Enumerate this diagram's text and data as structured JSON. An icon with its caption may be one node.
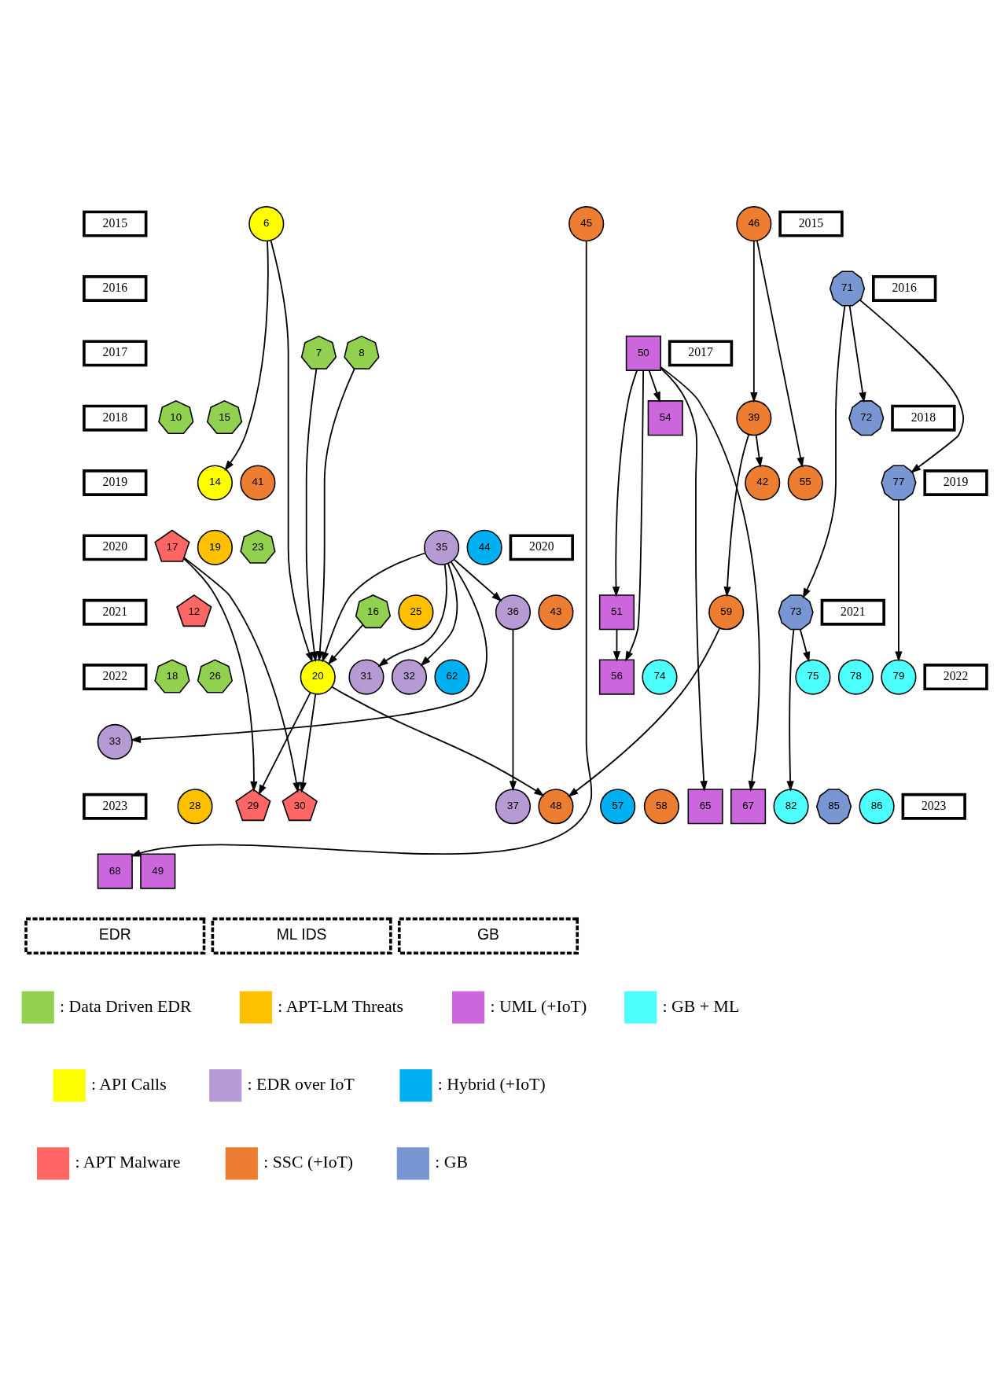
{
  "diagram": {
    "nodes": [
      {
        "text": [
          "2015"
        ]
      },
      {
        "text": [
          "6"
        ]
      },
      {
        "text": [
          "45"
        ]
      },
      {
        "text": [
          "46"
        ]
      },
      {
        "text": [
          "2015"
        ]
      },
      {
        "text": [
          "2016"
        ]
      },
      {
        "text": [
          "71"
        ]
      },
      {
        "text": [
          "2016"
        ]
      },
      {
        "text": [
          "2017"
        ]
      },
      {
        "text": [
          "7"
        ]
      },
      {
        "text": [
          "8"
        ]
      },
      {
        "text": [
          "50"
        ]
      },
      {
        "text": [
          "2017"
        ]
      },
      {
        "text": [
          "2018"
        ]
      },
      {
        "text": [
          "10"
        ]
      },
      {
        "text": [
          "15"
        ]
      },
      {
        "text": [
          "54"
        ]
      },
      {
        "text": [
          "39"
        ]
      },
      {
        "text": [
          "72"
        ]
      },
      {
        "text": [
          "2018"
        ]
      },
      {
        "text": [
          "2019"
        ]
      },
      {
        "text": [
          "14"
        ]
      },
      {
        "text": [
          "41"
        ]
      },
      {
        "text": [
          "42"
        ]
      },
      {
        "text": [
          "55"
        ]
      },
      {
        "text": [
          "77"
        ]
      },
      {
        "text": [
          "2019"
        ]
      },
      {
        "text": [
          "2020"
        ]
      },
      {
        "text": [
          "17"
        ]
      },
      {
        "text": [
          "19"
        ]
      },
      {
        "text": [
          "23"
        ]
      },
      {
        "text": [
          "35"
        ]
      },
      {
        "text": [
          "44"
        ]
      },
      {
        "text": [
          "2020"
        ]
      },
      {
        "text": [
          "2021"
        ]
      },
      {
        "text": [
          "12"
        ]
      },
      {
        "text": [
          "16"
        ]
      },
      {
        "text": [
          "25"
        ]
      },
      {
        "text": [
          "36"
        ]
      },
      {
        "text": [
          "43"
        ]
      },
      {
        "text": [
          "51"
        ]
      },
      {
        "text": [
          "59"
        ]
      },
      {
        "text": [
          "73"
        ]
      },
      {
        "text": [
          "2021"
        ]
      },
      {
        "text": [
          "2022"
        ]
      },
      {
        "text": [
          "18"
        ]
      },
      {
        "text": [
          "26"
        ]
      },
      {
        "text": [
          "20"
        ]
      },
      {
        "text": [
          "31"
        ]
      },
      {
        "text": [
          "32"
        ]
      },
      {
        "text": [
          "62"
        ]
      },
      {
        "text": [
          "56"
        ]
      },
      {
        "text": [
          "74"
        ]
      },
      {
        "text": [
          "75"
        ]
      },
      {
        "text": [
          "78"
        ]
      },
      {
        "text": [
          "79"
        ]
      },
      {
        "text": [
          "2022"
        ]
      },
      {
        "text": [
          "33"
        ]
      },
      {
        "text": [
          "2023"
        ]
      },
      {
        "text": [
          "28"
        ]
      },
      {
        "text": [
          "29"
        ]
      },
      {
        "text": [
          "30"
        ]
      },
      {
        "text": [
          "37"
        ]
      },
      {
        "text": [
          "48"
        ]
      },
      {
        "text": [
          "57"
        ]
      },
      {
        "text": [
          "58"
        ]
      },
      {
        "text": [
          "65"
        ]
      },
      {
        "text": [
          "67"
        ]
      },
      {
        "text": [
          "82"
        ]
      },
      {
        "text": [
          "85"
        ]
      },
      {
        "text": [
          "86"
        ]
      },
      {
        "text": [
          "2023"
        ]
      },
      {
        "text": [
          "68"
        ]
      },
      {
        "text": [
          "49"
        ]
      },
      {
        "text": [
          "EDR"
        ]
      },
      {
        "text": [
          "ML IDS"
        ]
      },
      {
        "text": [
          "GB"
        ]
      }
    ],
    "edges": [
      {
        "from": 1,
        "to": 21,
        "arrow": "to"
      },
      {
        "from": 1,
        "to": 47,
        "arrow": "to"
      },
      {
        "from": 9,
        "to": 47,
        "arrow": "to"
      },
      {
        "from": 10,
        "to": 47,
        "arrow": "to"
      },
      {
        "from": 36,
        "to": 47,
        "arrow": "to"
      },
      {
        "from": 31,
        "to": 47,
        "arrow": "to"
      },
      {
        "from": 31,
        "to": 57,
        "arrow": "to"
      },
      {
        "from": 28,
        "to": 60,
        "arrow": "to"
      },
      {
        "from": 28,
        "to": 61,
        "arrow": "to"
      },
      {
        "from": 47,
        "to": 60,
        "arrow": "to"
      },
      {
        "from": 47,
        "to": 61,
        "arrow": "to"
      },
      {
        "from": 47,
        "to": 63,
        "arrow": "to"
      },
      {
        "from": 31,
        "to": 38,
        "arrow": "to"
      },
      {
        "from": 31,
        "to": 48,
        "arrow": "to"
      },
      {
        "from": 31,
        "to": 49,
        "arrow": "to"
      },
      {
        "from": 38,
        "to": 62,
        "arrow": "to"
      },
      {
        "from": 2,
        "to": 72,
        "arrow": "to"
      },
      {
        "from": 3,
        "to": 17,
        "arrow": "to"
      },
      {
        "from": 3,
        "to": 24,
        "arrow": "to"
      },
      {
        "from": 11,
        "to": 16,
        "arrow": "to"
      },
      {
        "from": 11,
        "to": 40,
        "arrow": "to"
      },
      {
        "from": 11,
        "to": 51,
        "arrow": "to"
      },
      {
        "from": 11,
        "to": 66,
        "arrow": "to"
      },
      {
        "from": 11,
        "to": 67,
        "arrow": "to"
      },
      {
        "from": 17,
        "to": 23,
        "arrow": "to"
      },
      {
        "from": 17,
        "to": 41,
        "arrow": "to"
      },
      {
        "from": 40,
        "to": 51,
        "arrow": "to"
      },
      {
        "from": 41,
        "to": 63,
        "arrow": "to"
      },
      {
        "from": 6,
        "to": 18,
        "arrow": "to"
      },
      {
        "from": 6,
        "to": 25,
        "arrow": "to"
      },
      {
        "from": 6,
        "to": 42,
        "arrow": "to"
      },
      {
        "from": 25,
        "to": 55,
        "arrow": "to"
      },
      {
        "from": 42,
        "to": 53,
        "arrow": "to"
      },
      {
        "from": 42,
        "to": 68,
        "arrow": "to"
      }
    ],
    "legend": [
      {
        "text": ": Data Driven EDR",
        "color": "#92d050"
      },
      {
        "text": ": APT-LM Threats",
        "color": "#ffc000"
      },
      {
        "text": ": UML (+IoT)",
        "color": "#cc66dd"
      },
      {
        "text": ": GB + ML",
        "color": "#4dffff"
      },
      {
        "text": ": API Calls",
        "color": "#ffff00"
      },
      {
        "text": ": EDR over IoT",
        "color": "#b59ad3"
      },
      {
        "text": ": Hybrid (+IoT)",
        "color": "#00b0f0"
      },
      {
        "text": ": APT Malware",
        "color": "#ff6666"
      },
      {
        "text": ": SSC (+IoT)",
        "color": "#ed7d31"
      },
      {
        "text": ": GB",
        "color": "#7896d2"
      }
    ]
  }
}
